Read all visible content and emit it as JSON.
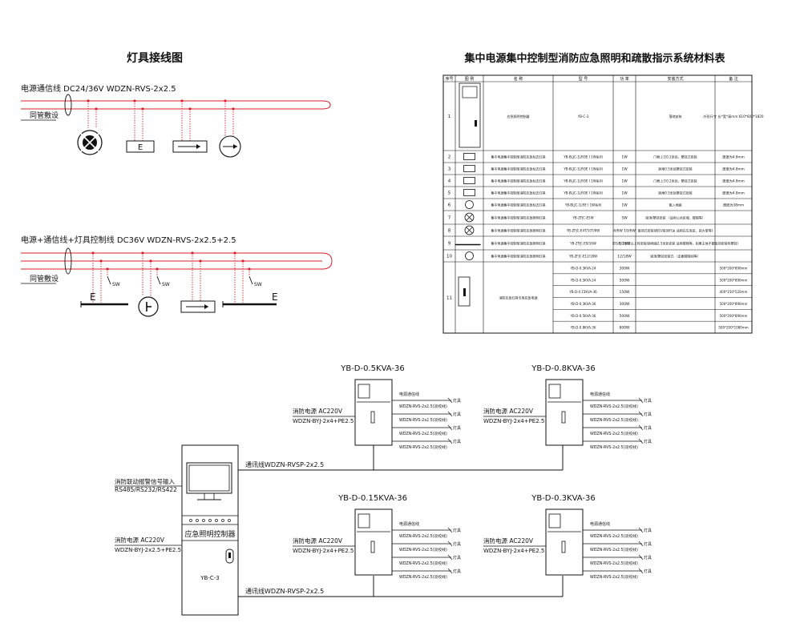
{
  "wiring_title": "灯具接线图",
  "table_title": "集中电源集中控制型消防应急照明和疏散指示系统材料表",
  "wiring1": {
    "label": "电源通信线 DC24/36V WDZN-RVS-2x2.5",
    "conduit": "同管敷设",
    "fixture_e": "E"
  },
  "wiring2": {
    "label": "电源+通信线+灯具控制线 DC36V WDZN-RVS-2x2.5+2.5",
    "conduit": "同管敷设",
    "sw": "SW",
    "fixture_e": "E"
  },
  "table": {
    "headers": [
      "序号",
      "图 例",
      "名 称",
      "型 号",
      "功 率",
      "安装方式",
      "备 注"
    ],
    "rows": [
      {
        "no": "1",
        "name": "应急照明控制器",
        "model": "YB-C-3",
        "power": "",
        "install": "落地安装",
        "note": "外形尺寸 长*宽*高mm 610*600*1820"
      },
      {
        "no": "2",
        "name": "集中电源集中控制型消防应急标志灯具",
        "model": "YB-BLJC-1LROE I 1W系列",
        "power": "1W",
        "install": "门框上方0.2米处，壁挂式安装",
        "note": "厚度为4.8mm"
      },
      {
        "no": "3",
        "name": "集中电源集中控制型消防应急标志灯具",
        "model": "YB-BLJC-1LROE I 1W系列",
        "power": "1W",
        "install": "距地0.5米处壁挂式安装",
        "note": "厚度为4.8mm"
      },
      {
        "no": "4",
        "name": "集中电源集中控制型消防应急标志灯具",
        "model": "YB-BLJC-1LROE I 1W系列",
        "power": "1W",
        "install": "门框上方0.2米处，壁挂式安装",
        "note": "厚度为4.8mm"
      },
      {
        "no": "5",
        "name": "集中电源集中控制型消防应急标志灯具",
        "model": "YB-BLJC-1LROE I 1W系列",
        "power": "1W",
        "install": "距地0.5米处壁挂式安装",
        "note": "厚度为4.8mm"
      },
      {
        "no": "6",
        "name": "集中电源集中控制型消防应急标志灯具",
        "model": "YB-BLJC-1LRE I 1W系列",
        "power": "1W",
        "install": "嵌入地面",
        "note": "厚度为38mm"
      },
      {
        "no": "7",
        "name": "集中电源集中控制型消防应急照明灯具",
        "model": "YB-ZFJC-E5W",
        "power": "5W",
        "install": "吸顶/壁挂安装 （适用公共区域、楼梯等）",
        "note": ""
      },
      {
        "no": "8",
        "name": "集中电源集中控制型消防应急照明灯具",
        "model": "YB-ZFJC-E4T/10T/6W",
        "power": "4/6W 10/6W",
        "install": "嵌顶式安装(照灯/吸顶开关 适用在车库区、前大堂等)",
        "note": ""
      },
      {
        "no": "9",
        "name": "集中电源集中控制型消防应急照明灯具",
        "model": "YB-ZFJC-E9/16W",
        "power": "9/16W",
        "install": "（EG/1.2米及以上时安装/距地面2.5米处安装 适用楼梯等，如果主体不能吸顶安装时壁挂）",
        "note": ""
      },
      {
        "no": "10",
        "name": "集中电源集中控制型消防应急照明灯具",
        "model": "YB-ZFJC-E12/18W",
        "power": "12/18W",
        "install": "吸顶/壁挂安装式 （走廊楼梯间等）",
        "note": ""
      },
      {
        "no": "11",
        "name": "消防应急灯具专用应急电源",
        "model": "",
        "power": "",
        "install": "",
        "note": ""
      }
    ],
    "row11_sub": [
      {
        "model": "YB-D-0.3KVA-24",
        "power": "300W",
        "note": "500*200*890mm"
      },
      {
        "model": "YB-D-0.5KVA-24",
        "power": "500W",
        "note": "500*200*890mm"
      },
      {
        "model": "YB-D-0.15KVA-36",
        "power": "150W",
        "note": "400*150*520mm"
      },
      {
        "model": "YB-D-0.3KVA-36",
        "power": "300W",
        "note": "500*200*890mm"
      },
      {
        "model": "YB-D-0.5KVA-36",
        "power": "500W",
        "note": "500*200*890mm"
      },
      {
        "model": "YB-D-0.8KVA-36",
        "power": "800W",
        "note": "500*200*1080mm"
      }
    ]
  },
  "system": {
    "controller_label": "应急照明控制器",
    "controller_model": "YB-C-3",
    "alarm_input": "消防联动报警信号输入",
    "alarm_protocol": "RS485/RS232/RS422",
    "ctrl_power": "消防电源 AC220V",
    "ctrl_power_cable": "WDZN-BYJ-2x2.5+PE2.5",
    "comm_line": "通讯线WDZN-RVSP-2x2.5",
    "psu_power": "消防电源 AC220V",
    "psu_cable": "WDZN-BYJ-2x4+PE2.5",
    "out_header": "电源通信线",
    "out_line": "WDZN-RVS-2x2.5(双绞线)",
    "lamp": "灯具",
    "units": [
      {
        "model": "YB-D-0.5KVA-36"
      },
      {
        "model": "YB-D-0.8KVA-36"
      },
      {
        "model": "YB-D-0.15KVA-36"
      },
      {
        "model": "YB-D-0.3KVA-36"
      }
    ]
  }
}
